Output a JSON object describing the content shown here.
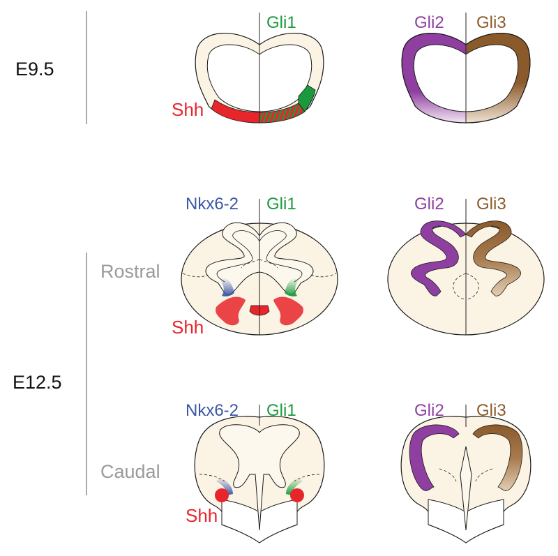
{
  "stages": {
    "e95": "E9.5",
    "e125": "E12.5"
  },
  "regions": {
    "rostral": "Rostral",
    "caudal": "Caudal"
  },
  "genes": {
    "shh": "Shh",
    "gli1": "Gli1",
    "gli2": "Gli2",
    "gli3": "Gli3",
    "nkx62": "Nkx6-2"
  },
  "colors": {
    "tissue": "#fbf3e4",
    "shh": "#e8252b",
    "gli1": "#1a9a3c",
    "gli2": "#8e3fa0",
    "gli3": "#8a5a2b",
    "nkx62": "#3a56a6",
    "region_text": "#9a9a9a",
    "outline": "#1a1a1a"
  }
}
